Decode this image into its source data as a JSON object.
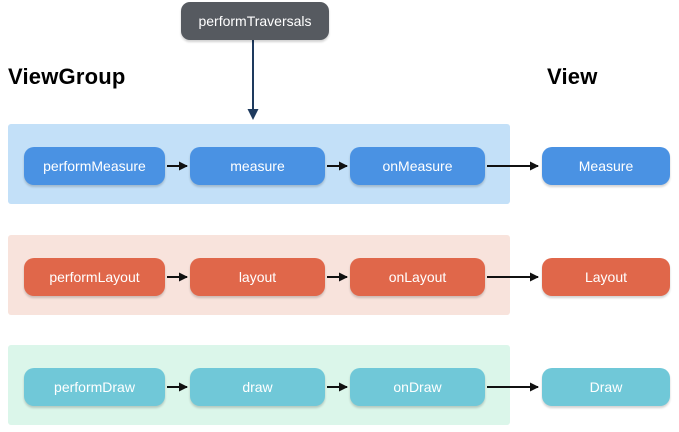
{
  "top_node": {
    "label": "performTraversals"
  },
  "labels": {
    "left": "ViewGroup",
    "right": "View"
  },
  "rows": [
    {
      "name": "measure",
      "boxes": [
        {
          "label": "performMeasure"
        },
        {
          "label": "measure"
        },
        {
          "label": "onMeasure"
        }
      ],
      "result": {
        "label": "Measure"
      }
    },
    {
      "name": "layout",
      "boxes": [
        {
          "label": "performLayout"
        },
        {
          "label": "layout"
        },
        {
          "label": "onLayout"
        }
      ],
      "result": {
        "label": "Layout"
      }
    },
    {
      "name": "draw",
      "boxes": [
        {
          "label": "performDraw"
        },
        {
          "label": "draw"
        },
        {
          "label": "onDraw"
        }
      ],
      "result": {
        "label": "Draw"
      }
    }
  ],
  "colors": {
    "top_node_bg": "#565a60",
    "vertical_arrow": "#1e3a5e",
    "horizontal_arrow": "#111111",
    "measure_band": "#c3e0f8",
    "measure_node": "#4a92e3",
    "layout_band": "#f8e3dc",
    "layout_node": "#e0674a",
    "draw_band": "#dbf6ea",
    "draw_node": "#70c8d8",
    "node_text": "#ffffff",
    "heading_text": "#000000"
  }
}
